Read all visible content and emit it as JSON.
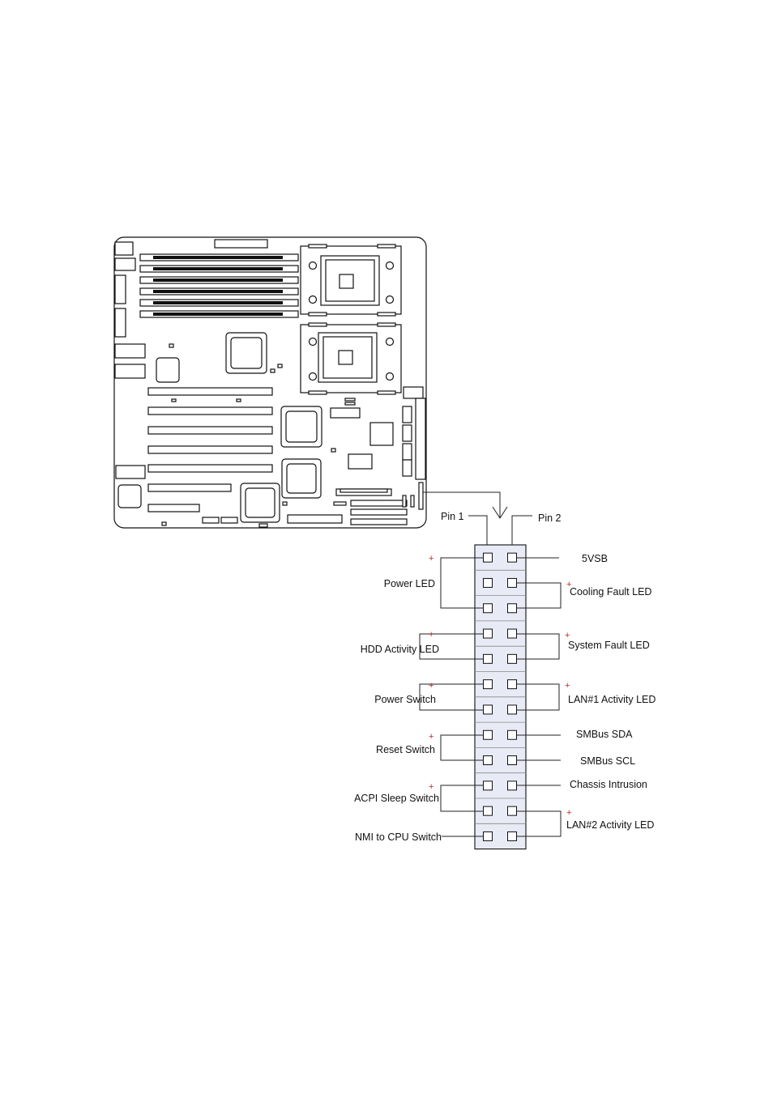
{
  "pin_labels": {
    "pin1": "Pin 1",
    "pin2": "Pin 2"
  },
  "left_signals": [
    {
      "key": "power_led",
      "label": "Power LED",
      "plus": "+"
    },
    {
      "key": "hdd_led",
      "label": "HDD Activity LED",
      "plus": "+"
    },
    {
      "key": "power_switch",
      "label": "Power Switch",
      "plus": "+"
    },
    {
      "key": "reset_switch",
      "label": "Reset Switch",
      "plus": "+"
    },
    {
      "key": "acpi_sleep",
      "label": "ACPI Sleep Switch",
      "plus": "+"
    },
    {
      "key": "nmi",
      "label": "NMI to CPU Switch"
    }
  ],
  "right_signals": [
    {
      "key": "5vsb",
      "label": "5VSB"
    },
    {
      "key": "cooling_fault",
      "label": "Cooling Fault LED",
      "plus": "+"
    },
    {
      "key": "system_fault",
      "label": "System Fault LED",
      "plus": "+"
    },
    {
      "key": "lan1",
      "label": "LAN#1 Activity LED",
      "plus": "+"
    },
    {
      "key": "smbus_sda",
      "label": "SMBus SDA"
    },
    {
      "key": "smbus_scl",
      "label": "SMBus SCL"
    },
    {
      "key": "chassis",
      "label": "Chassis Intrusion"
    },
    {
      "key": "lan2",
      "label": "LAN#2 Activity LED",
      "plus": "+"
    }
  ],
  "colors": {
    "header_fill": "#e8ebf5",
    "plus": "#cc2222"
  },
  "header": {
    "rows": 12,
    "columns": 2
  }
}
